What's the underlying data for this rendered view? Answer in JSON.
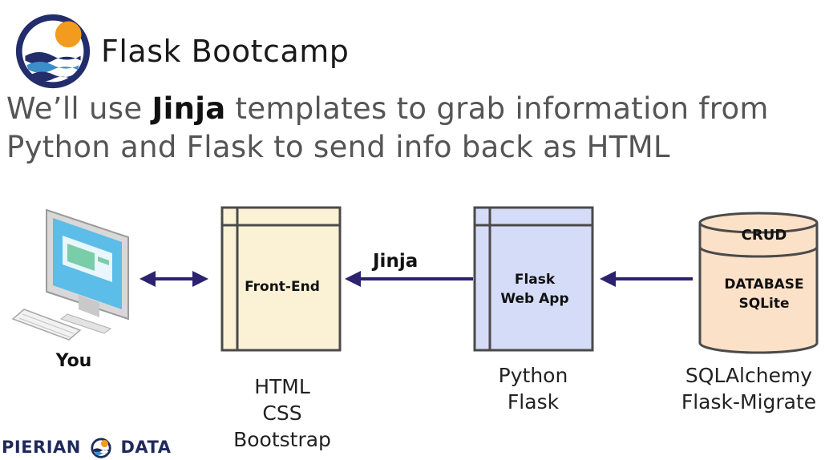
{
  "header": {
    "brand_title": "Flask Bootcamp"
  },
  "headline": {
    "prefix": "We’ll use ",
    "emphasis": "Jinja",
    "suffix": " templates to grab information from Python and Flask to send info back as HTML"
  },
  "diagram": {
    "you_label": "You",
    "arrow_label": "Jinja",
    "frontend_label": "Front-End",
    "webapp_label_line1": "Flask",
    "webapp_label_line2": "Web App",
    "db_top_label": "CRUD",
    "db_label_line1": "DATABASE",
    "db_label_line2": "SQLite",
    "frontend_caption": [
      "HTML",
      "CSS",
      "Bootstrap"
    ],
    "webapp_caption": [
      "Python",
      "Flask"
    ],
    "db_caption": [
      "SQLAlchemy",
      "Flask-Migrate"
    ]
  },
  "footer": {
    "brand_left": "PIERIAN",
    "brand_right": "DATA"
  },
  "colors": {
    "frontend_fill": "#fbf1d5",
    "webapp_fill": "#d5dcf7",
    "db_fill": "#fbe1c8",
    "arrow": "#2d2270",
    "logo_navy": "#232d6b",
    "logo_orange": "#f39b1e",
    "screen_blue": "#5bbde8"
  }
}
